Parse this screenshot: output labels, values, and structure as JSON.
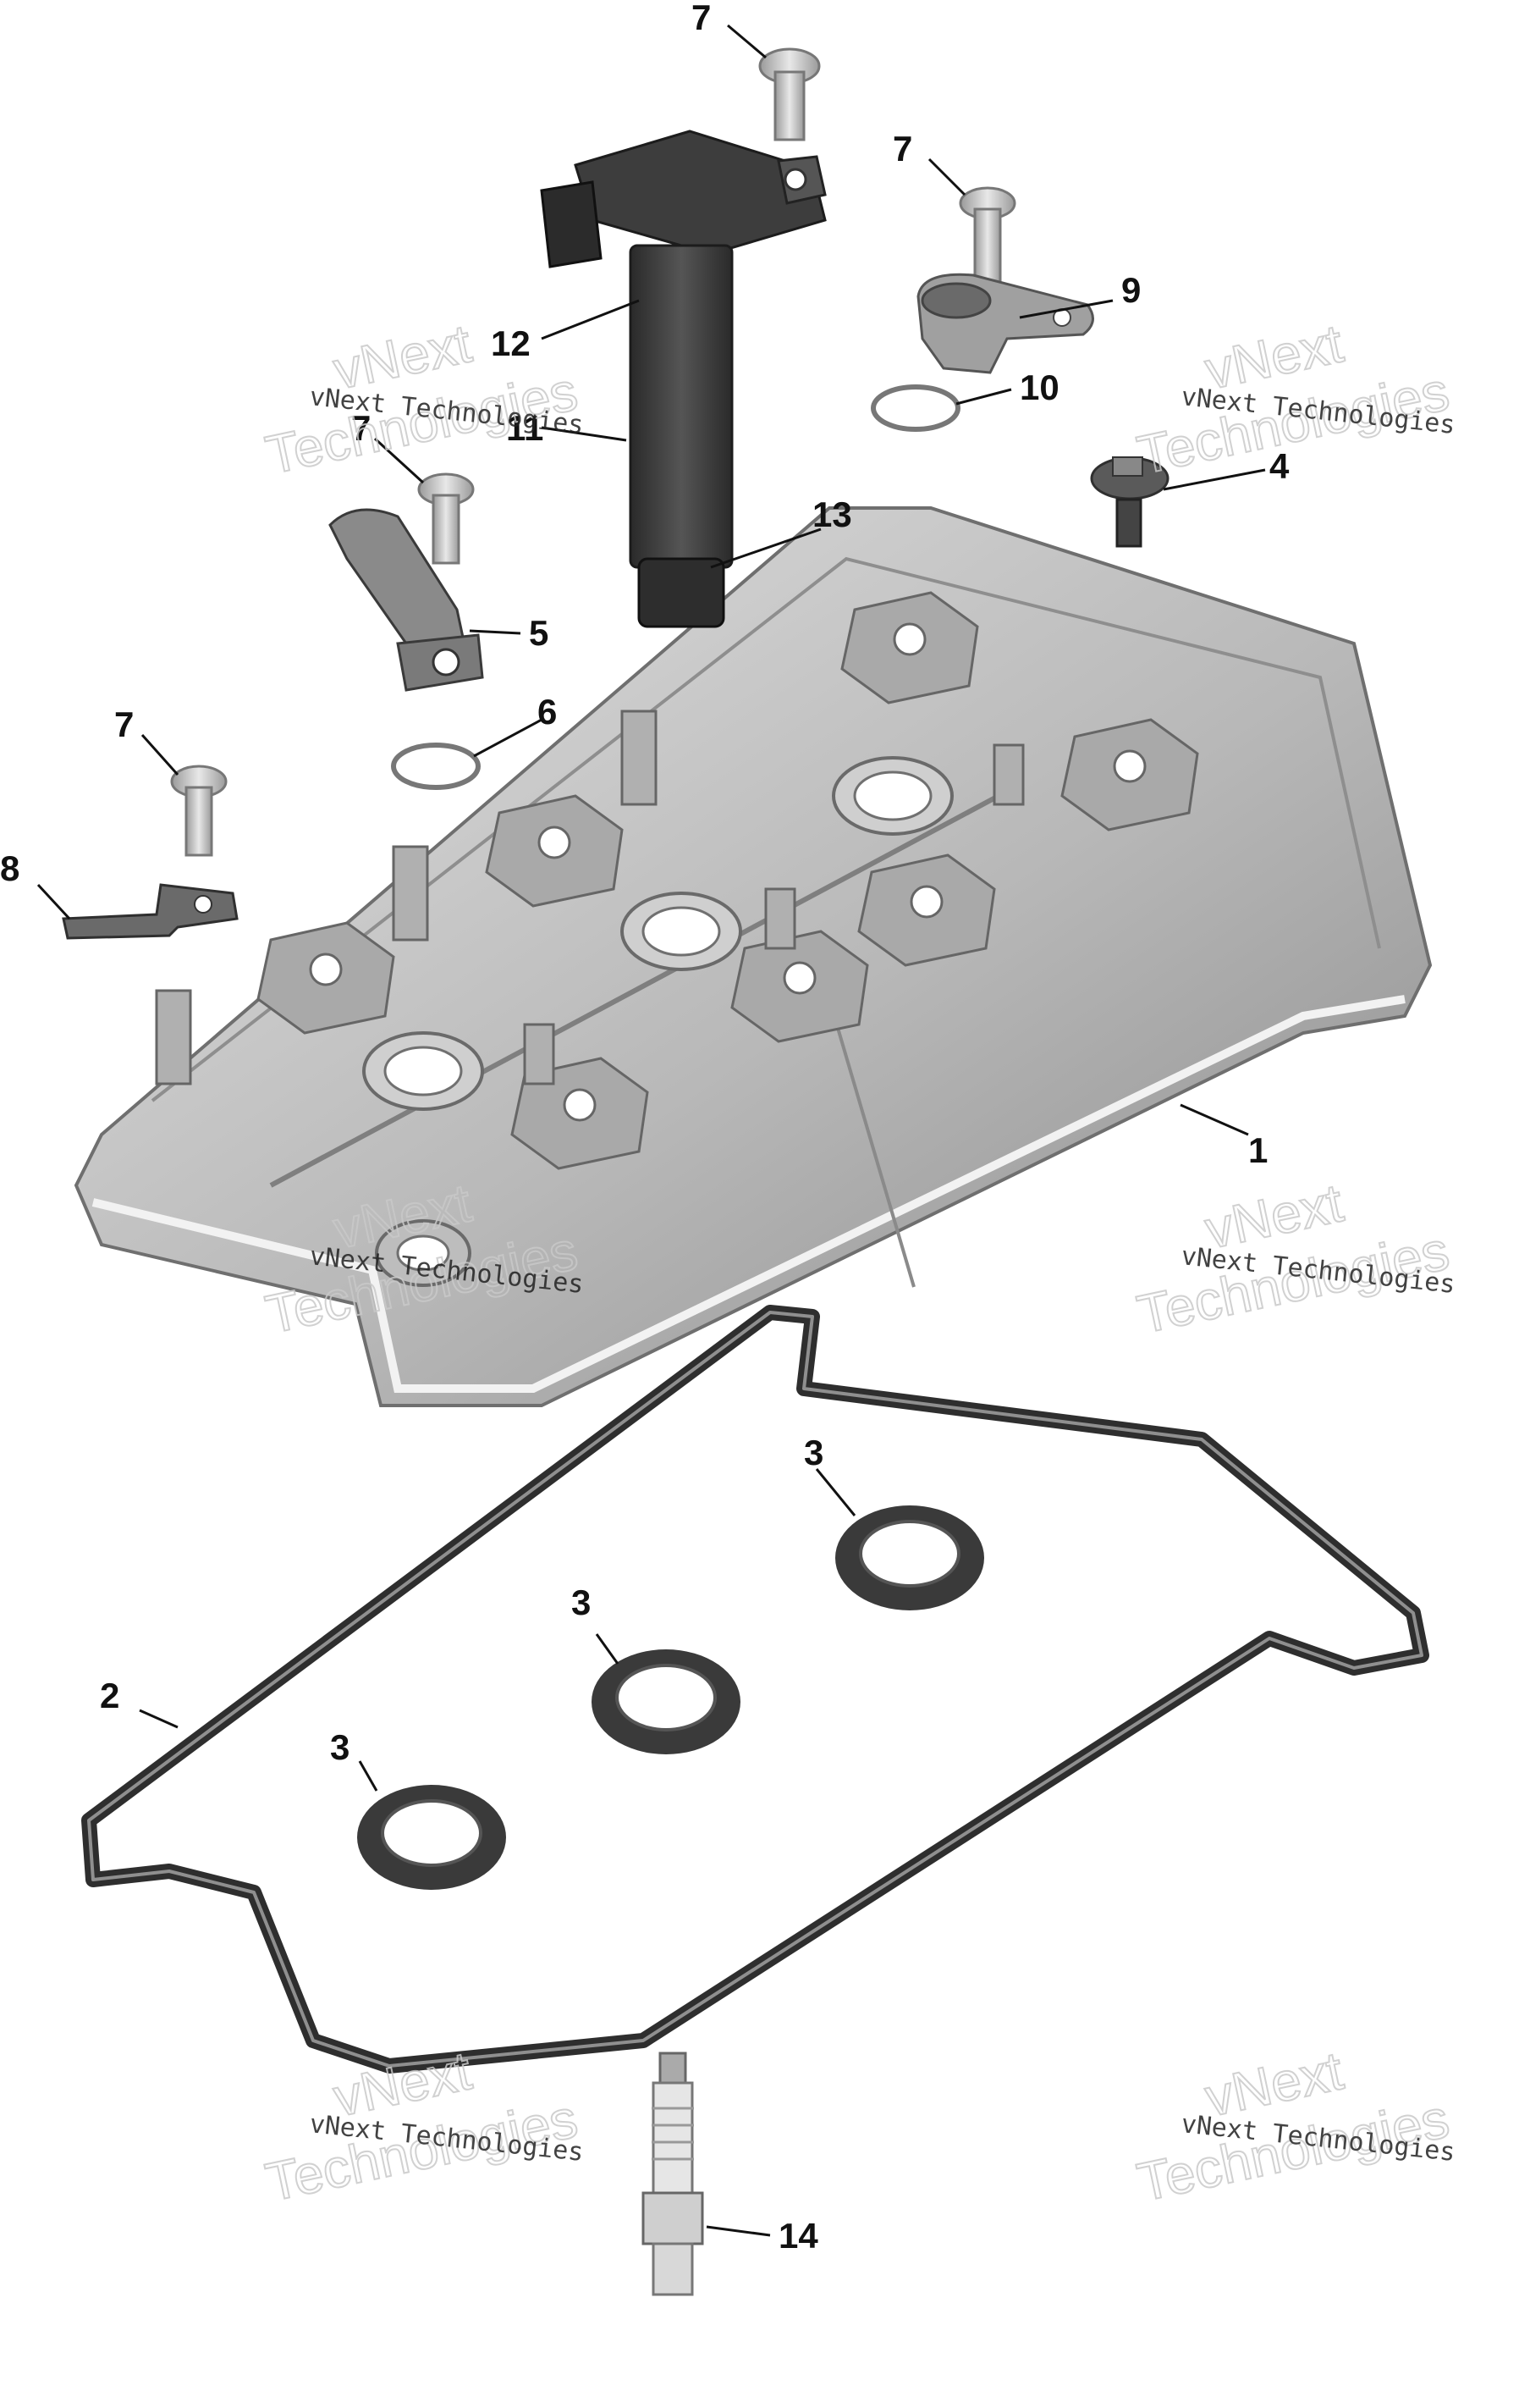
{
  "callouts": {
    "c1": "1",
    "c2": "2",
    "c3a": "3",
    "c3b": "3",
    "c3c": "3",
    "c4": "4",
    "c5": "5",
    "c6": "6",
    "c7a": "7",
    "c7b": "7",
    "c7c": "7",
    "c7d": "7",
    "c8": "8",
    "c9": "9",
    "c10": "10",
    "c11": "11",
    "c12": "12",
    "c13": "13",
    "c14": "14"
  },
  "watermark": {
    "line1": "vNext Technologies",
    "big1": "vNext",
    "big2": "Technologies"
  },
  "colors": {
    "cover_light": "#d9d9d9",
    "cover_mid": "#a8a8a8",
    "cover_dark": "#7a7a7a",
    "gasket": "#2e2e2e",
    "coil": "#3a3a3a"
  }
}
